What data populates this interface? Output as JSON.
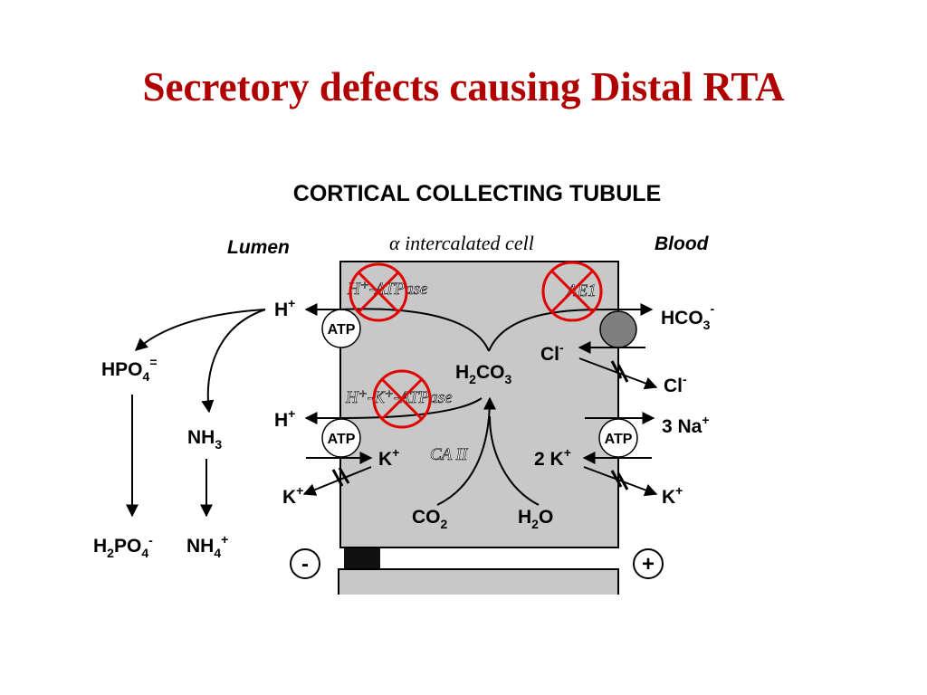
{
  "slide": {
    "title": "Secretory defects causing Distal RTA",
    "title_color": "#b00000"
  },
  "diagram": {
    "heading": "CORTICAL COLLECTING TUBULE",
    "lumen_label": "Lumen",
    "cell_label_greek": "α",
    "cell_label_text": " intercalated cell",
    "blood_label": "Blood",
    "h_atpase": "H⁺-ATPase",
    "hk_atpase": "H⁺-K⁺-ATPase",
    "ae1": "AE1",
    "ca2": "CA II",
    "atp": "ATP",
    "h_plus": "H",
    "h_plus_sup": "+",
    "hpo4": "HPO",
    "hpo4_sub": "4",
    "hpo4_sup": "=",
    "nh3": "NH",
    "nh3_sub": "3",
    "h2po4": "H",
    "h2po4_sub1": "2",
    "h2po4_mid": "PO",
    "h2po4_sub2": "4",
    "h2po4_sup": "-",
    "nh4": "NH",
    "nh4_sub": "4",
    "nh4_sup": "+",
    "k_plus": "K",
    "k_plus_sup": "+",
    "h2co3_h": "H",
    "h2co3_sub1": "2",
    "h2co3_mid": "CO",
    "h2co3_sub2": "3",
    "co2": "CO",
    "co2_sub": "2",
    "h2o_h": "H",
    "h2o_sub": "2",
    "h2o_o": "O",
    "hco3": "HCO",
    "hco3_sub": "3",
    "hco3_sup": "-",
    "cl": "Cl",
    "cl_sup": "-",
    "na3": "3 Na",
    "na3_sup": "+",
    "k2": "2 K",
    "k2_sup": "+",
    "minus": "-",
    "plus": "+",
    "cross_color": "#e00000",
    "cell_fill": "#c8c8c8"
  }
}
